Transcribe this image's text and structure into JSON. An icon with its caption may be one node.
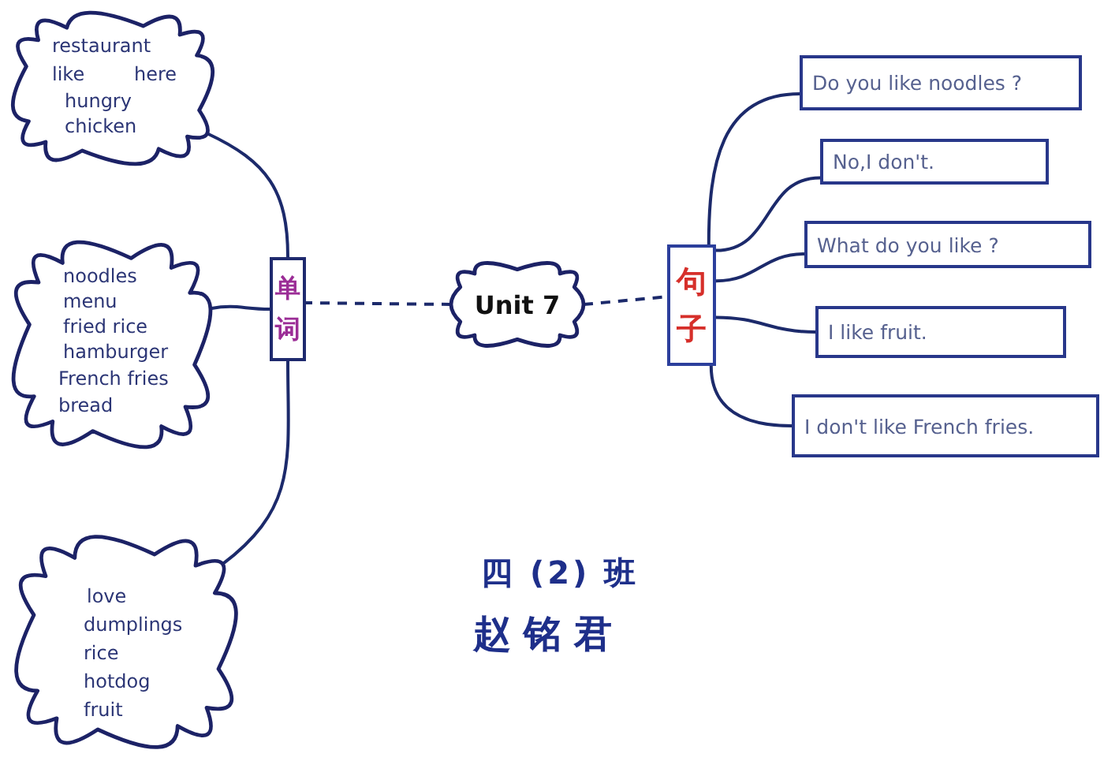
{
  "diagram": {
    "nodes": [
      {
        "text": [
          "Unit 7"
        ]
      },
      {
        "text": [
          "单词"
        ]
      },
      {
        "text": [
          "句子"
        ]
      },
      {
        "text": [
          "restaurant",
          "like",
          "here",
          "hungry",
          "chicken"
        ]
      },
      {
        "text": [
          "noodles",
          "menu",
          "fried rice",
          "hamburger",
          "French fries",
          "bread"
        ]
      },
      {
        "text": [
          "love",
          "dumplings",
          "rice",
          "hotdog",
          "fruit"
        ]
      },
      {
        "text": [
          "Do you like noodles ?"
        ]
      },
      {
        "text": [
          "No,I don't."
        ]
      },
      {
        "text": [
          "What do you like ?"
        ]
      },
      {
        "text": [
          "I like fruit."
        ]
      },
      {
        "text": [
          "I don't like French fries."
        ]
      }
    ],
    "edges": [
      {
        "from": 0,
        "to": 1,
        "arrow": "none",
        "style": "dashed"
      },
      {
        "from": 0,
        "to": 2,
        "arrow": "none",
        "style": "dashed"
      },
      {
        "from": 1,
        "to": 3,
        "arrow": "none"
      },
      {
        "from": 1,
        "to": 4,
        "arrow": "none"
      },
      {
        "from": 1,
        "to": 5,
        "arrow": "none"
      },
      {
        "from": 2,
        "to": 6,
        "arrow": "none"
      },
      {
        "from": 2,
        "to": 7,
        "arrow": "none"
      },
      {
        "from": 2,
        "to": 8,
        "arrow": "none"
      },
      {
        "from": 2,
        "to": 9,
        "arrow": "none"
      },
      {
        "from": 2,
        "to": 10,
        "arrow": "none"
      }
    ],
    "labels": [
      "四 (2) 班",
      "赵铭君"
    ]
  }
}
